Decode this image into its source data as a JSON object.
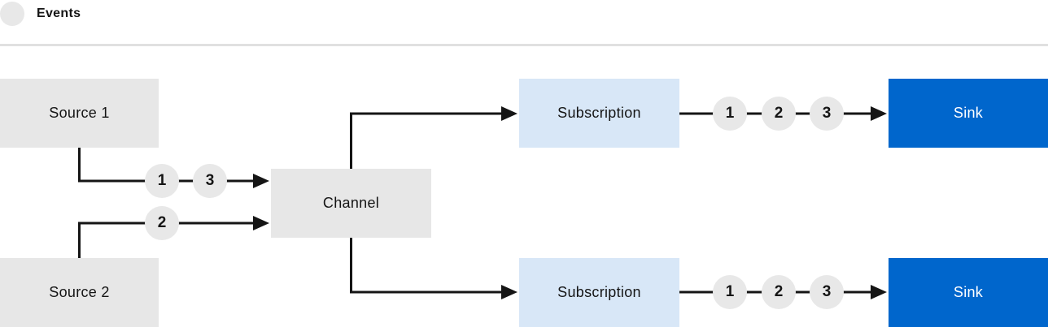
{
  "legend": {
    "label": "Events",
    "swatch": "event-circle"
  },
  "colors": {
    "node_gray": "#E7E7E7",
    "node_light_blue": "#D8E7F7",
    "node_blue": "#0066CC",
    "event_circle_gray": "#E8E8E8",
    "line": "#151515",
    "divider": "#E0E0E0",
    "text_dark": "#151515",
    "text_light": "#FFFFFF"
  },
  "nodes": {
    "source1": {
      "label": "Source 1",
      "type": "source"
    },
    "source2": {
      "label": "Source 2",
      "type": "source"
    },
    "channel": {
      "label": "Channel",
      "type": "channel"
    },
    "subscription1": {
      "label": "Subscription",
      "type": "subscription"
    },
    "subscription2": {
      "label": "Subscription",
      "type": "subscription"
    },
    "sink1": {
      "label": "Sink",
      "type": "sink"
    },
    "sink2": {
      "label": "Sink",
      "type": "sink"
    }
  },
  "edges": [
    {
      "from": "source1",
      "to": "channel"
    },
    {
      "from": "source2",
      "to": "channel"
    },
    {
      "from": "channel",
      "to": "subscription1"
    },
    {
      "from": "channel",
      "to": "subscription2"
    },
    {
      "from": "subscription1",
      "to": "sink1"
    },
    {
      "from": "subscription2",
      "to": "sink2"
    }
  ],
  "events": {
    "source1_to_channel": [
      "1",
      "3"
    ],
    "source2_to_channel": [
      "2"
    ],
    "subscription1_to_sink": [
      "1",
      "2",
      "3"
    ],
    "subscription2_to_sink": [
      "1",
      "2",
      "3"
    ]
  }
}
